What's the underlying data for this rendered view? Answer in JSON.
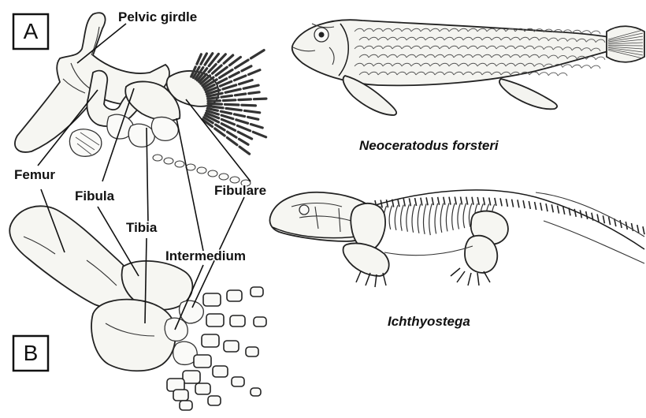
{
  "panels": {
    "a": "A",
    "b": "B"
  },
  "labels": {
    "pelvic_girdle": "Pelvic girdle",
    "femur": "Femur",
    "fibula": "Fibula",
    "tibia": "Tibia",
    "fibulare": "Fibulare",
    "intermedium": "Intermedium"
  },
  "species": {
    "fish": "Neoceratodus forsteri",
    "tetrapod": "Ichthyostega"
  }
}
